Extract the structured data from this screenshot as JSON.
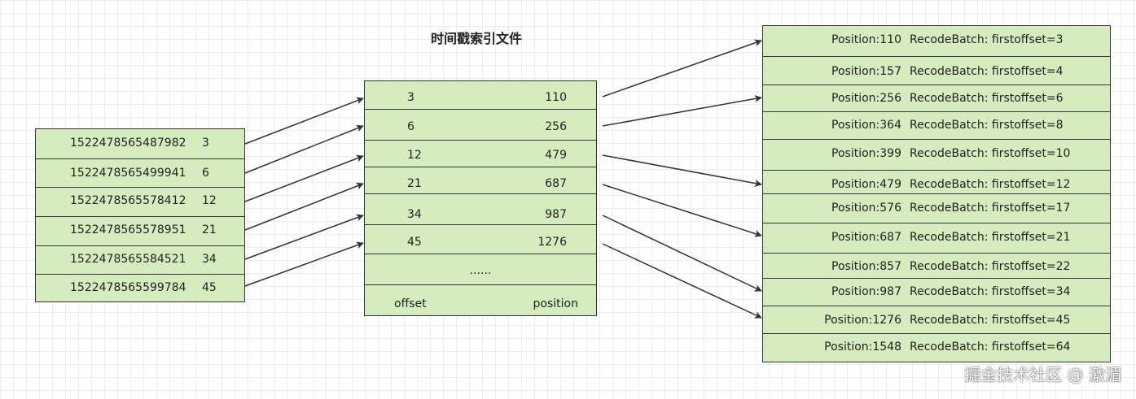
{
  "diagram": {
    "title": "时间戳索引文件"
  },
  "timestamp_index": {
    "rows": [
      {
        "timestamp": "1522478565487982",
        "offset": "3"
      },
      {
        "timestamp": "1522478565499941",
        "offset": "6"
      },
      {
        "timestamp": "1522478565578412",
        "offset": "12"
      },
      {
        "timestamp": "1522478565578951",
        "offset": "21"
      },
      {
        "timestamp": "1522478565584521",
        "offset": "34"
      },
      {
        "timestamp": "1522478565599784",
        "offset": "45"
      }
    ]
  },
  "offset_index": {
    "rows": [
      {
        "offset": "3",
        "position": "110"
      },
      {
        "offset": "6",
        "position": "256"
      },
      {
        "offset": "12",
        "position": "479"
      },
      {
        "offset": "21",
        "position": "687"
      },
      {
        "offset": "34",
        "position": "987"
      },
      {
        "offset": "45",
        "position": "1276"
      }
    ],
    "ellipsis": "......",
    "header": {
      "offset": "offset",
      "position": "position"
    }
  },
  "log_file": {
    "rows": [
      {
        "position": "Position:110",
        "batch": "RecodeBatch: firstoffset=3"
      },
      {
        "position": "Position:157",
        "batch": "RecodeBatch: firstoffset=4"
      },
      {
        "position": "Position:256",
        "batch": "RecodeBatch: firstoffset=6"
      },
      {
        "position": "Position:364",
        "batch": "RecodeBatch: firstoffset=8"
      },
      {
        "position": "Position:399",
        "batch": "RecodeBatch: firstoffset=10"
      },
      {
        "position": "Position:479",
        "batch": "RecodeBatch: firstoffset=12"
      },
      {
        "position": "Position:576",
        "batch": "RecodeBatch: firstoffset=17"
      },
      {
        "position": "Position:687",
        "batch": "RecodeBatch: firstoffset=21"
      },
      {
        "position": "Position:857",
        "batch": "RecodeBatch: firstoffset=22"
      },
      {
        "position": "Position:987",
        "batch": "RecodeBatch: firstoffset=34"
      },
      {
        "position": "Position:1276",
        "batch": "RecodeBatch: firstoffset=45"
      },
      {
        "position": "Position:1548",
        "batch": "RecodeBatch: firstoffset=64"
      }
    ]
  },
  "watermark": "掘金技术社区 @ 激湄",
  "colors": {
    "cell_fill": "#d5ecbf",
    "border": "#333333",
    "arrow": "#333333"
  }
}
